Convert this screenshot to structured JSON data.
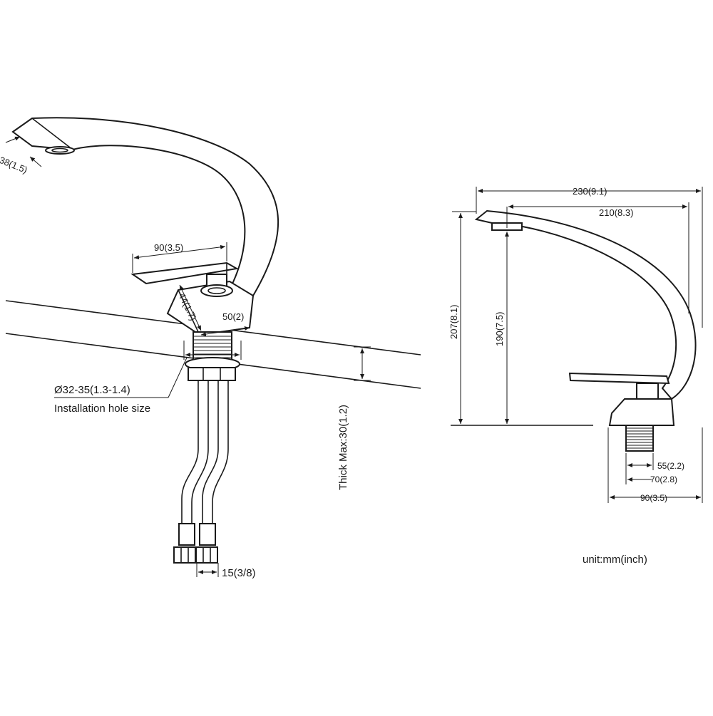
{
  "dimensions": {
    "spout_outlet": "38(1.5)",
    "handle_width": "90(3.5)",
    "base_depth": "44(1.7)",
    "base_width": "50(2)",
    "hole_diameter": "Ø32-35(1.3-1.4)",
    "hole_caption": "Installation hole size",
    "deck_thickness": "Thick Max:30(1.2)",
    "hose_thread": "15(3/8)",
    "total_length": "230(9.1)",
    "spout_reach": "210(8.3)",
    "total_height": "207(8.1)",
    "spout_height": "190(7.5)",
    "shank_offset": "55(2.2)",
    "thread_offset": "70(2.8)",
    "base_length": "90(3.5)"
  },
  "unit_note": "unit:mm(inch)",
  "colors": {
    "line": "#1a1a1a",
    "background": "#ffffff"
  }
}
